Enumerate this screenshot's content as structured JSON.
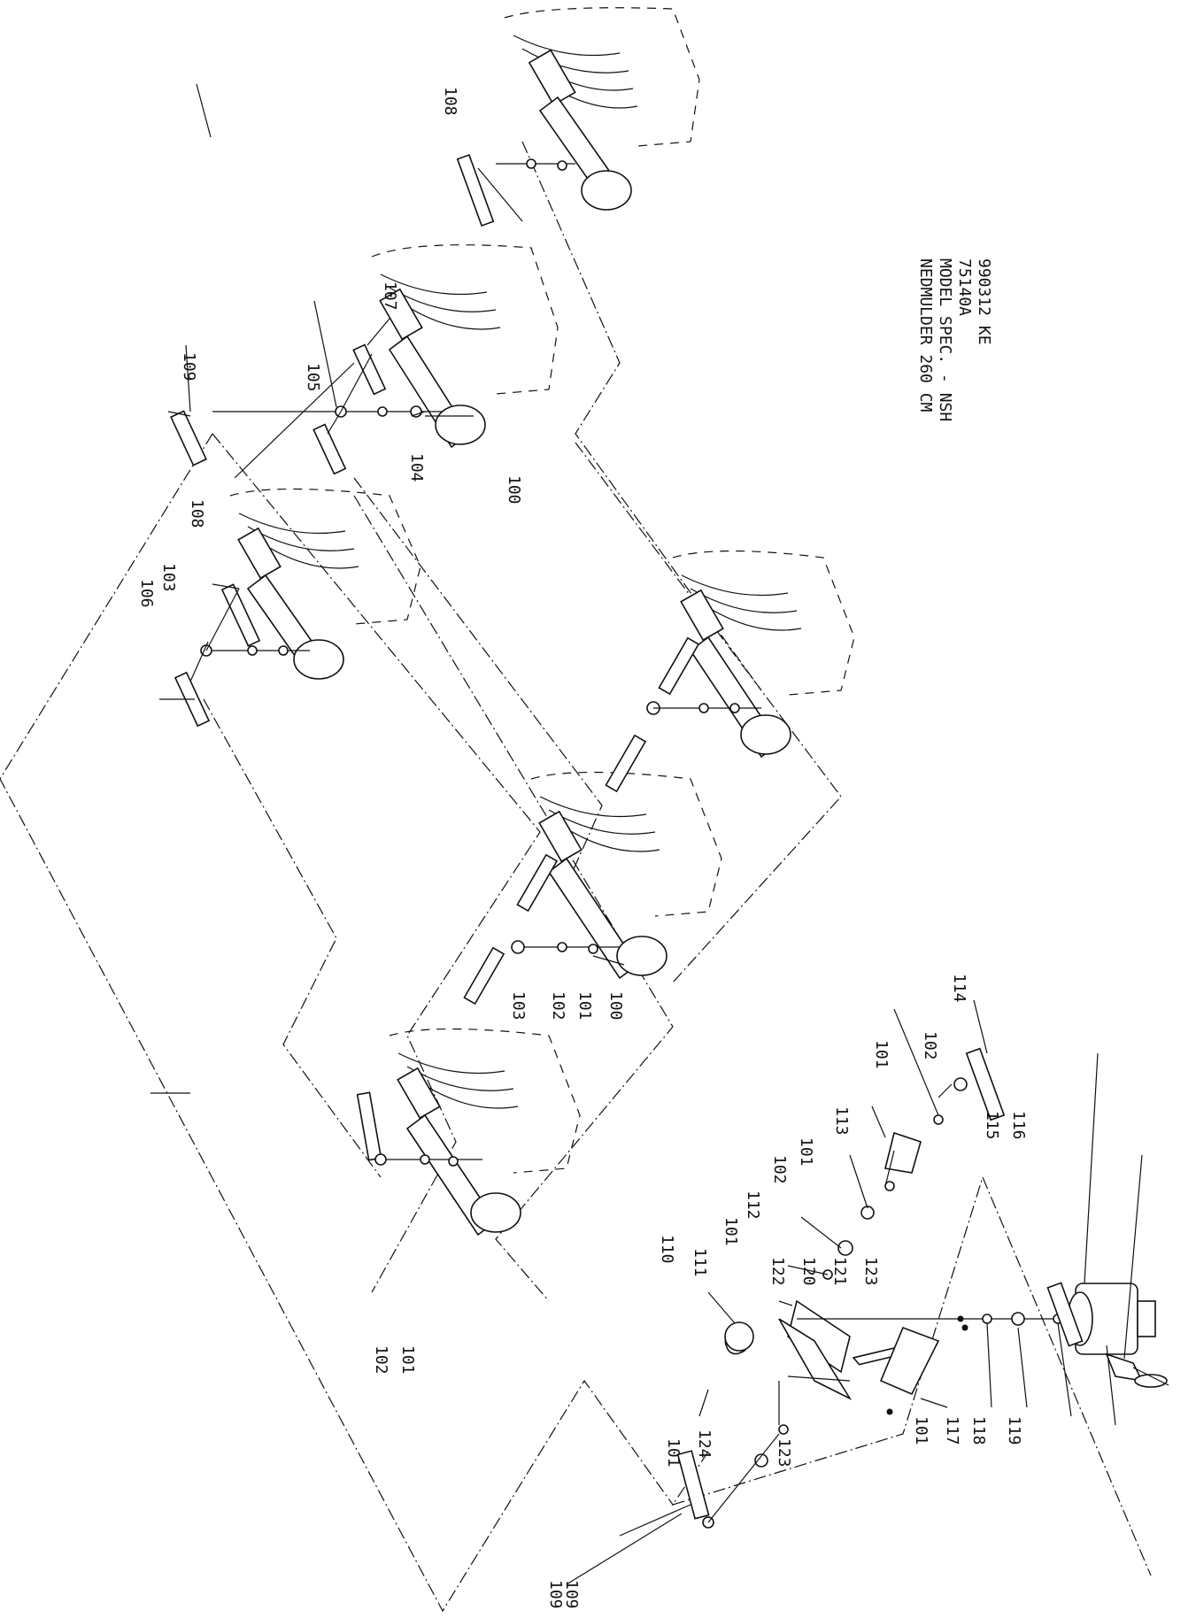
{
  "title_block": {
    "lines": [
      "NEDMULDER 260 CM",
      "MODEL SPEC. - NSH",
      "75140A",
      "990312  KE"
    ]
  },
  "part_labels": [
    "109",
    "106",
    "102",
    "101",
    "103",
    "108",
    "109",
    "105",
    "107",
    "104",
    "100",
    "108",
    "103",
    "102",
    "101",
    "100",
    "114",
    "101",
    "102",
    "113",
    "101",
    "102",
    "112",
    "101",
    "110",
    "111",
    "122",
    "120",
    "121",
    "123",
    "123",
    "115",
    "116",
    "101",
    "117",
    "118",
    "119",
    "124",
    "101",
    "109"
  ]
}
